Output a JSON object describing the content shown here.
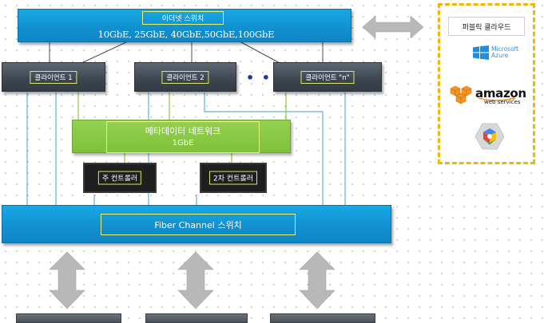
{
  "ethernet_switch": {
    "title": "이더넷 스위치",
    "speeds": "10GbE, 25GbE, 40GbE,50GbE,100GbE"
  },
  "clients": [
    {
      "label": "클라이언트 1"
    },
    {
      "label": "클라이언트 2"
    },
    {
      "label": "클라이언트 \"n\""
    }
  ],
  "clients_ellipsis": "• • •",
  "metadata_network": {
    "title": "메타데이터 네트워크",
    "speed": "1GbE"
  },
  "controllers": {
    "primary": "주 컨트롤러",
    "secondary": "2차 컨트롤러"
  },
  "fc_switch": {
    "title": "Fiber Channel 스위치"
  },
  "public_cloud": {
    "title": "퍼블릭 클라우드",
    "providers": [
      {
        "name": "Microsoft Azure",
        "text_lines": [
          "Microsoft",
          "Azure"
        ],
        "icon": "windows-logo-icon"
      },
      {
        "name": "Amazon Web Services",
        "word": "amazon",
        "sub": "web services",
        "icon": "aws-cubes-icon"
      },
      {
        "name": "Google Cloud",
        "icon": "google-cloud-hexagon-icon"
      }
    ]
  },
  "colors": {
    "switch_blue": "#1291cf",
    "metadata_green": "#7fc13a",
    "client_dark": "#3d4650",
    "controller_black": "#1f1f1f",
    "cloud_border": "#f2b705",
    "green_link": "#8cc63f",
    "blue_link": "#5bb4df"
  }
}
